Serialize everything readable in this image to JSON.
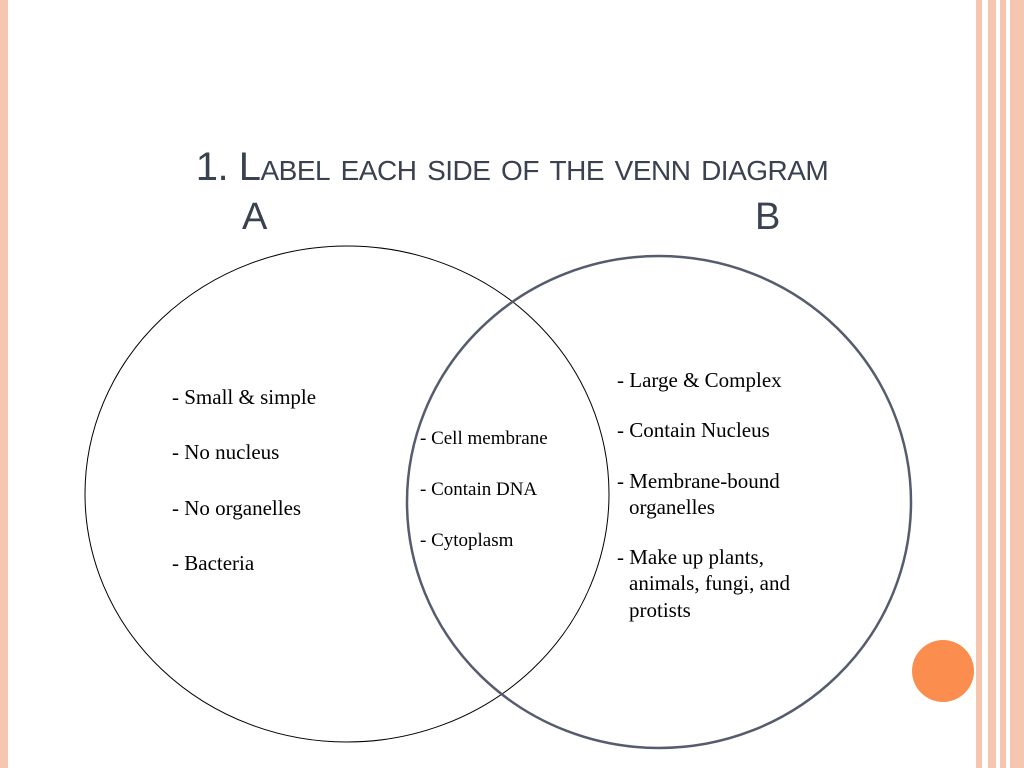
{
  "slide": {
    "title_number": "1.",
    "title_first_letter": "L",
    "title_rest": "abel each side of the venn diagram",
    "label_a": "A",
    "label_b": "B"
  },
  "venn": {
    "left_items": [
      "- Small & simple",
      "- No nucleus",
      "- No organelles",
      "- Bacteria"
    ],
    "overlap_items": [
      "- Cell membrane",
      "- Contain DNA",
      "- Cytoplasm"
    ],
    "right_items": [
      "- Large & Complex",
      "- Contain Nucleus",
      "- Membrane-bound organelles",
      "- Make up plants, animals, fungi, and protists"
    ]
  },
  "colors": {
    "frame": "#f7c6b0",
    "accent_dot": "#fb8e4f",
    "title": "#3a4150",
    "right_circle": "#545c6e"
  }
}
